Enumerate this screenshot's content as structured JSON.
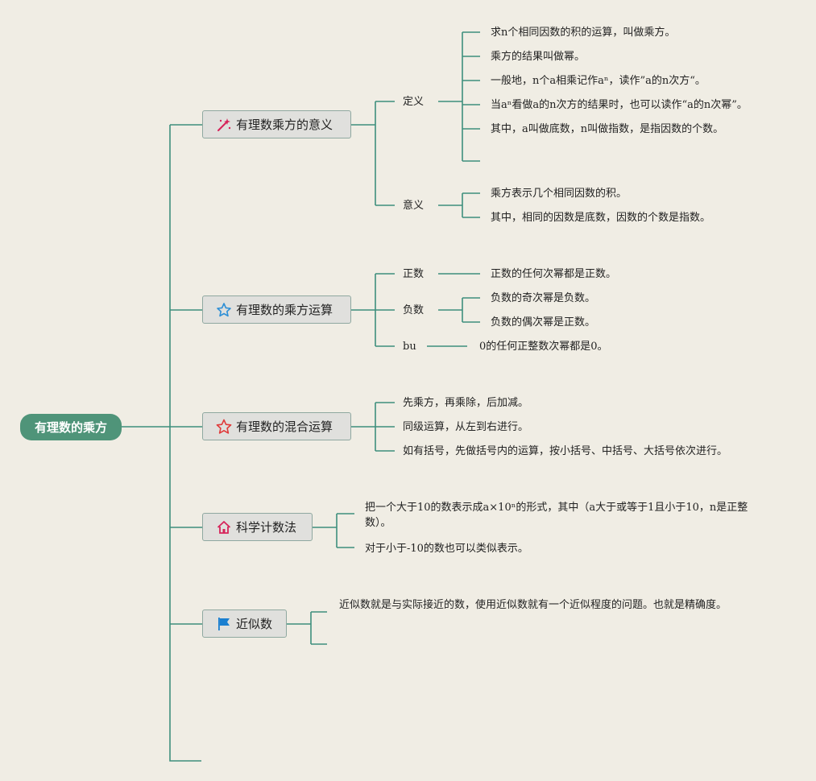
{
  "root": {
    "label": "有理数的乘方"
  },
  "topics": [
    {
      "label": "有理数乘方的意义",
      "icon": "magic-wand-icon",
      "children": [
        {
          "label": "定义",
          "items": [
            "求n个相同因数的积的运算，叫做乘方。",
            "乘方的结果叫做幂。",
            "一般地，n个a相乘记作aⁿ，读作”a的n次方“。",
            "当aⁿ看做a的n次方的结果时，也可以读作“a的n次幂”。",
            "其中，a叫做底数，n叫做指数，是指因数的个数。",
            ""
          ]
        },
        {
          "label": "意义",
          "items": [
            "乘方表示几个相同因数的积。",
            "其中，相同的因数是底数，因数的个数是指数。"
          ]
        }
      ]
    },
    {
      "label": "有理数的乘方运算",
      "icon": "star-outline-blue-icon",
      "children": [
        {
          "label": "正数",
          "items": [
            "正数的任何次幂都是正数。"
          ]
        },
        {
          "label": "负数",
          "items": [
            "负数的奇次幂是负数。",
            "负数的偶次幂是正数。"
          ]
        },
        {
          "label": "bu",
          "items": [
            "0的任何正整数次幂都是0。"
          ]
        }
      ]
    },
    {
      "label": "有理数的混合运算",
      "icon": "star-outline-red-icon",
      "items": [
        "先乘方，再乘除，后加减。",
        "同级运算，从左到右进行。",
        "如有括号，先做括号内的运算，按小括号、中括号、大括号依次进行。"
      ]
    },
    {
      "label": "科学计数法",
      "icon": "house-icon",
      "items": [
        "把一个大于10的数表示成a×10ⁿ的形式，其中（a大于或等于1且小于10，n是正整数）。",
        "对于小于-10的数也可以类似表示。"
      ]
    },
    {
      "label": "近似数",
      "icon": "flag-icon",
      "items": [
        "近似数就是与实际接近的数，使用近似数就有一个近似程度的问题。也就是精确度。",
        ""
      ]
    }
  ],
  "colors": {
    "background": "#f0ede4",
    "connector": "#3e8f7d",
    "root_fill": "#4f9479",
    "topic_fill": "#e0e0dd"
  }
}
